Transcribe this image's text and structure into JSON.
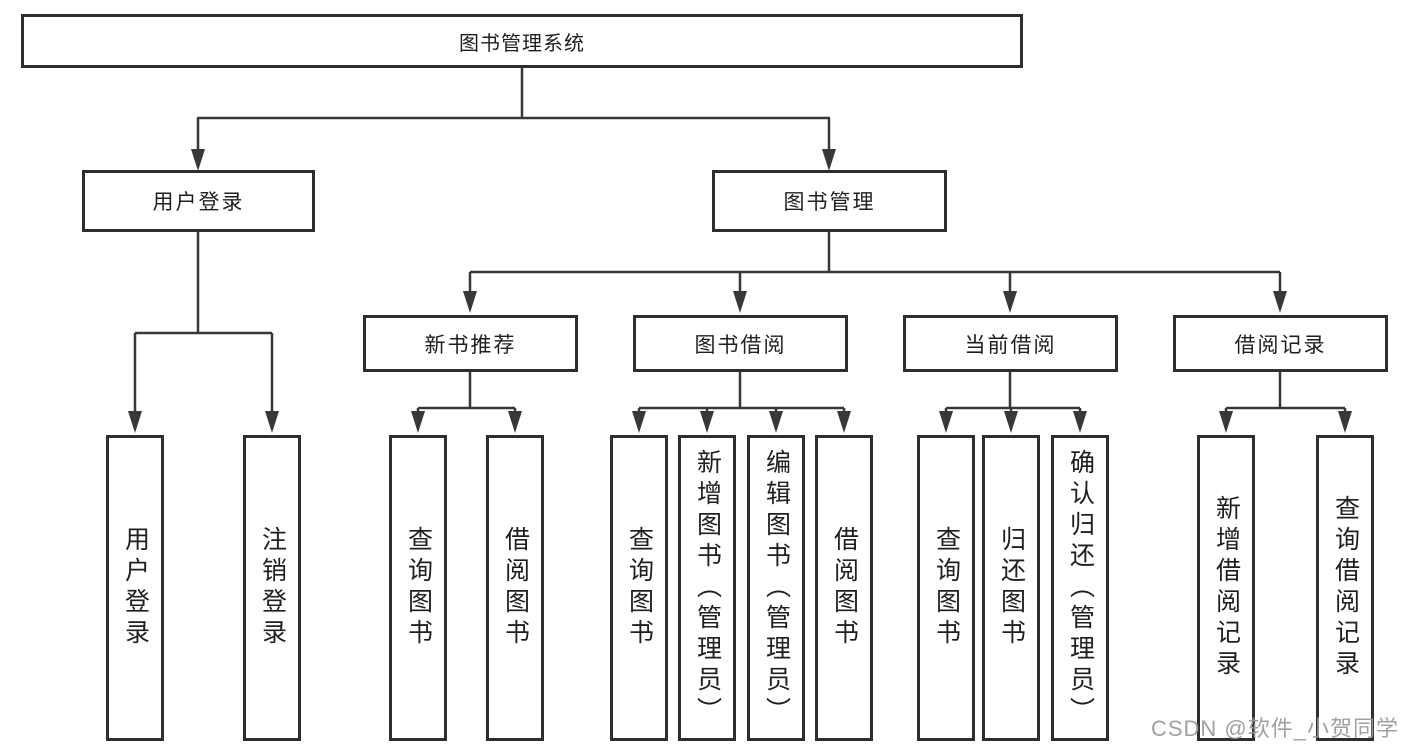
{
  "nodes": {
    "root": {
      "label": "图书管理系统"
    },
    "user_login": {
      "label": "用户登录"
    },
    "book_mgmt": {
      "label": "图书管理"
    },
    "new_book_rec": {
      "label": "新书推荐"
    },
    "book_borrow": {
      "label": "图书借阅"
    },
    "current_borrow": {
      "label": "当前借阅"
    },
    "borrow_record": {
      "label": "借阅记录"
    },
    "leaf_user_login": {
      "label": "用户登录"
    },
    "leaf_logout": {
      "label": "注销登录"
    },
    "leaf_query_book_1": {
      "label": "查询图书"
    },
    "leaf_borrow_book_1": {
      "label": "借阅图书"
    },
    "leaf_query_book_2": {
      "label": "查询图书"
    },
    "leaf_add_book": {
      "label": "新增图书（管理员）"
    },
    "leaf_edit_book": {
      "label": "编辑图书（管理员）"
    },
    "leaf_borrow_book_2": {
      "label": "借阅图书"
    },
    "leaf_query_book_3": {
      "label": "查询图书"
    },
    "leaf_return_book": {
      "label": "归还图书"
    },
    "leaf_confirm_return": {
      "label": "确认归还（管理员）"
    },
    "leaf_add_record": {
      "label": "新增借阅记录"
    },
    "leaf_query_record": {
      "label": "查询借阅记录"
    }
  },
  "watermark": {
    "text": "CSDN @软件_小贺同学"
  },
  "colors": {
    "background": "#ffffff",
    "box_border": "#2e2e2e",
    "connector": "#383838",
    "text": "#1f1f1f",
    "watermark": "#989898"
  }
}
